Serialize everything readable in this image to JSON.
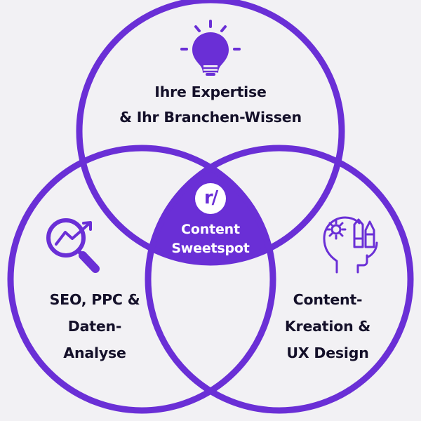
{
  "colors": {
    "background": "#f2f1f4",
    "accent": "#6a2fd6",
    "text": "#141029",
    "center_text": "#ffffff"
  },
  "circles": {
    "top": {
      "icon": "lightbulb-icon",
      "line1": "Ihre Expertise",
      "line2": "& Ihr Branchen-Wissen"
    },
    "left": {
      "icon": "magnifier-chart-icon",
      "line1": "SEO, PPC &",
      "line2": "Daten-",
      "line3": "Analyse"
    },
    "right": {
      "icon": "creative-head-icon",
      "line1": "Content-",
      "line2": "Kreation &",
      "line3": "UX Design"
    }
  },
  "center": {
    "logo_text": "r/",
    "line1": "Content",
    "line2": "Sweetspot"
  }
}
